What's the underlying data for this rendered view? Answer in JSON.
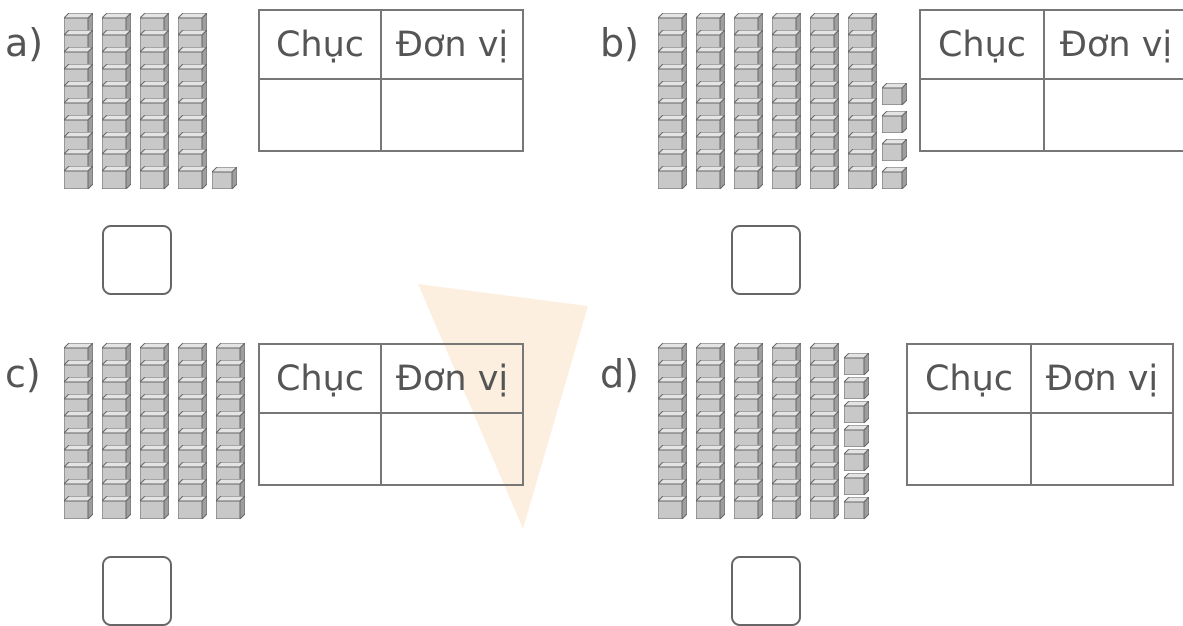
{
  "table_headers": {
    "tens": "Chục",
    "ones": "Đơn vị"
  },
  "exercises": [
    {
      "label": "a)",
      "tens": 4,
      "ones": 1
    },
    {
      "label": "b)",
      "tens": 6,
      "ones": 4
    },
    {
      "label": "c)",
      "tens": 5,
      "ones": 0
    },
    {
      "label": "d)",
      "tens": 5,
      "ones": 7
    }
  ],
  "colors": {
    "cube": "#c8c8c8",
    "outline": "#666666",
    "watermark": "#f4a24b"
  }
}
